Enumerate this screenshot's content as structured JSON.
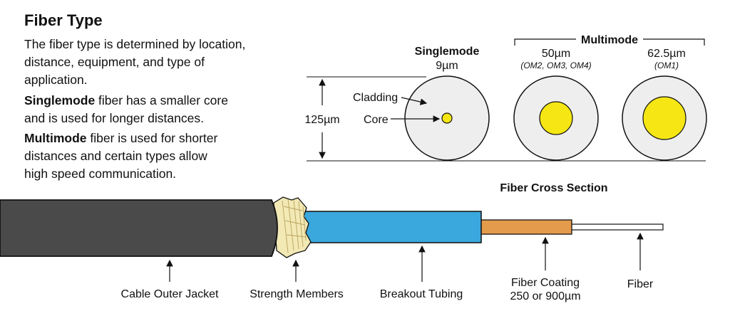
{
  "heading": "Fiber Type",
  "intro": {
    "line1": "The fiber type is determined by location,",
    "line2": "distance, equipment, and type of",
    "line3": "application."
  },
  "singlemode_para": {
    "bold": "Singlemode",
    "rest1": " fiber has a smaller core",
    "line2": "and is used for longer distances."
  },
  "multimode_para": {
    "bold": "Multimode",
    "rest1": " fiber is used for shorter",
    "line2": "distances and certain types allow",
    "line3": "high speed communication."
  },
  "cross_section": {
    "caption": "Fiber Cross Section",
    "diameter_label": "125µm",
    "cladding_label": "Cladding",
    "core_label": "Core",
    "singlemode": {
      "name": "Singlemode",
      "size": "9µm"
    },
    "multimode_group": "Multimode",
    "mm_50": {
      "size": "50µm",
      "types": "(OM2, OM3, OM4)"
    },
    "mm_625": {
      "size": "62.5µm",
      "types": "(OM1)"
    }
  },
  "cable_labels": {
    "outer_jacket": "Cable Outer Jacket",
    "strength_members": "Strength Members",
    "breakout_tubing": "Breakout Tubing",
    "fiber_coating_line1": "Fiber Coating",
    "fiber_coating_line2": "250 or 900µm",
    "fiber": "Fiber"
  },
  "colors": {
    "core_yellow": "#f5e614",
    "cladding_gray": "#eeeeee",
    "jacket_gray": "#4a4a4a",
    "strength_yellow": "#f3e9b5",
    "tubing_blue": "#3aa8dc",
    "coating_orange": "#e59b4c"
  }
}
